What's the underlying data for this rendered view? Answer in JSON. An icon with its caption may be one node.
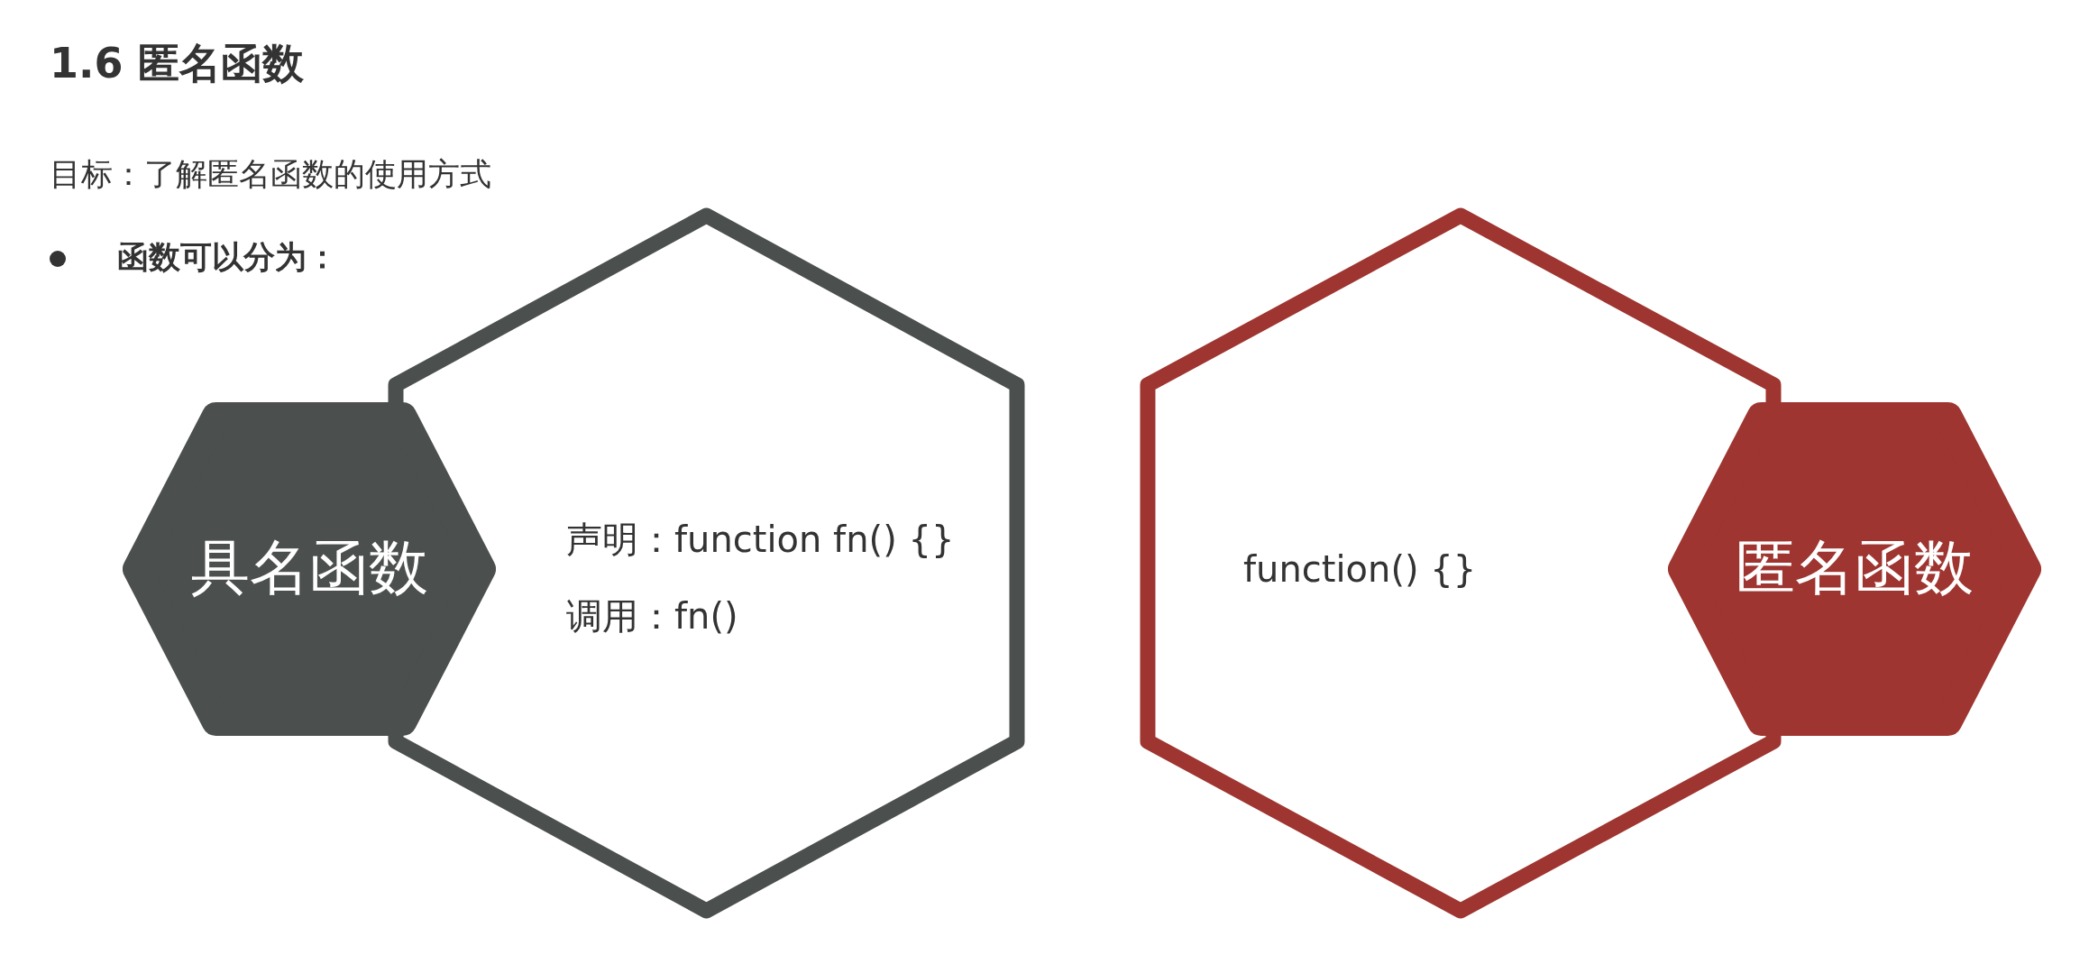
{
  "diagram": {
    "title": "1.6 匿名函数",
    "nodes": [
      {
        "text": [
          "具名函数"
        ]
      },
      {
        "text": [
          "声明：function fn() {}",
          "调用：fn()"
        ]
      },
      {
        "text": [
          "function()  {}"
        ]
      },
      {
        "text": [
          "匿名函数"
        ]
      }
    ],
    "labels": [
      "目标：了解匿名函数的使用方式",
      "函数可以分为："
    ]
  }
}
